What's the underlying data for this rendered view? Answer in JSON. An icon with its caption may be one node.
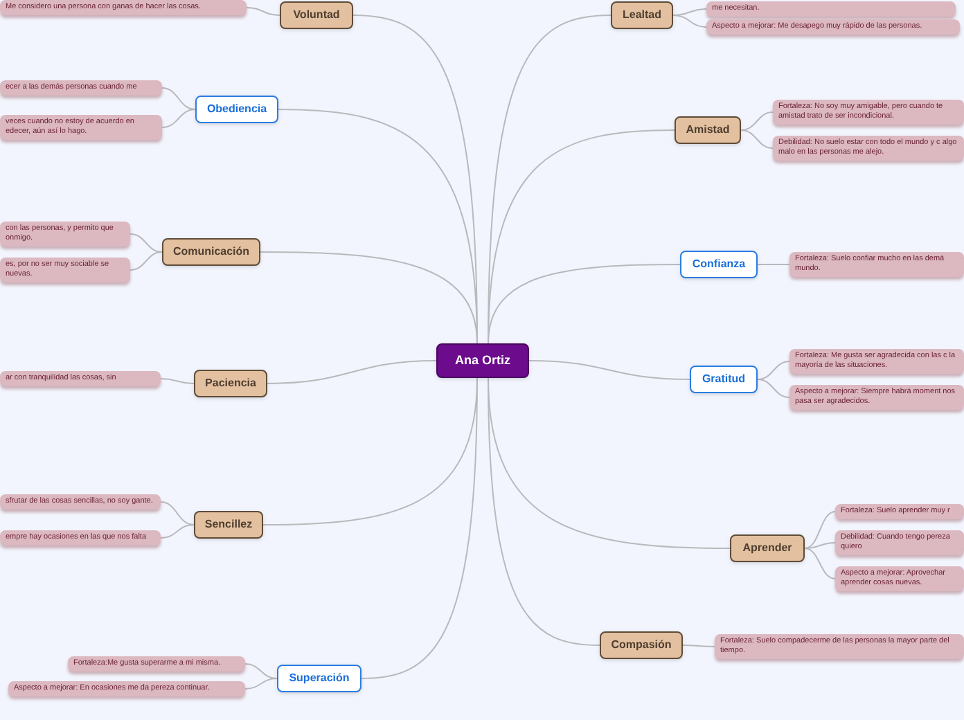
{
  "diagram": {
    "nodes": [
      {
        "text": [
          "Ana Ortiz"
        ]
      },
      {
        "text": [
          "Voluntad"
        ]
      },
      {
        "text": [
          "Me considero una persona con ganas de hacer las cosas."
        ]
      },
      {
        "text": [
          "Obediencia"
        ]
      },
      {
        "text": [
          "ecer a las demás personas cuando me"
        ]
      },
      {
        "text": [
          "veces cuando no estoy de acuerdo en edecer, aún así lo hago."
        ]
      },
      {
        "text": [
          "Comunicación"
        ]
      },
      {
        "text": [
          "con las personas, y permito que onmigo."
        ]
      },
      {
        "text": [
          "es, por no ser muy sociable se nuevas."
        ]
      },
      {
        "text": [
          "Paciencia"
        ]
      },
      {
        "text": [
          "ar con tranquilidad las cosas, sin"
        ]
      },
      {
        "text": [
          "Sencillez"
        ]
      },
      {
        "text": [
          "sfrutar de las cosas sencillas, no soy gante."
        ]
      },
      {
        "text": [
          "empre hay ocasiones en las que nos falta"
        ]
      },
      {
        "text": [
          "Superación"
        ]
      },
      {
        "text": [
          "Fortaleza:Me gusta superarme a mi misma."
        ]
      },
      {
        "text": [
          "Aspecto a mejorar: En ocasiones me da pereza continuar."
        ]
      },
      {
        "text": [
          "Lealtad"
        ]
      },
      {
        "text": [
          "me necesitan."
        ]
      },
      {
        "text": [
          "Aspecto a mejorar: Me desapego muy rápido de las personas."
        ]
      },
      {
        "text": [
          "Amistad"
        ]
      },
      {
        "text": [
          "Fortaleza: No soy muy amigable, pero cuando te amistad trato de ser incondicional."
        ]
      },
      {
        "text": [
          "Debilidad: No suelo estar con todo el mundo y c algo malo en las personas me alejo."
        ]
      },
      {
        "text": [
          "Confianza"
        ]
      },
      {
        "text": [
          "Fortaleza: Suelo confiar mucho en las demá mundo."
        ]
      },
      {
        "text": [
          "Gratitud"
        ]
      },
      {
        "text": [
          "Fortaleza: Me gusta ser agradecida con las c la mayoría de las situaciones."
        ]
      },
      {
        "text": [
          "Aspecto a mejorar: Siempre habrá moment nos pasa ser agradecidos."
        ]
      },
      {
        "text": [
          "Aprender"
        ]
      },
      {
        "text": [
          "Fortaleza: Suelo aprender muy r"
        ]
      },
      {
        "text": [
          "Debilidad: Cuando tengo pereza quiero"
        ]
      },
      {
        "text": [
          "Aspecto a mejorar: Aprovechar aprender cosas nuevas."
        ]
      },
      {
        "text": [
          "Compasión"
        ]
      },
      {
        "text": [
          "Fortaleza: Suelo compadecerme de las personas la mayor parte del tiempo."
        ]
      }
    ],
    "edges": [
      {
        "from": 0,
        "to": 1,
        "arrow": "none"
      },
      {
        "from": 0,
        "to": 3,
        "arrow": "none"
      },
      {
        "from": 0,
        "to": 6,
        "arrow": "none"
      },
      {
        "from": 0,
        "to": 9,
        "arrow": "none"
      },
      {
        "from": 0,
        "to": 11,
        "arrow": "none"
      },
      {
        "from": 0,
        "to": 14,
        "arrow": "none"
      },
      {
        "from": 0,
        "to": 17,
        "arrow": "none"
      },
      {
        "from": 0,
        "to": 20,
        "arrow": "none"
      },
      {
        "from": 0,
        "to": 23,
        "arrow": "none"
      },
      {
        "from": 0,
        "to": 25,
        "arrow": "none"
      },
      {
        "from": 0,
        "to": 28,
        "arrow": "none"
      },
      {
        "from": 0,
        "to": 32,
        "arrow": "none"
      },
      {
        "from": 1,
        "to": 2,
        "arrow": "none"
      },
      {
        "from": 3,
        "to": 4,
        "arrow": "none"
      },
      {
        "from": 3,
        "to": 5,
        "arrow": "none"
      },
      {
        "from": 6,
        "to": 7,
        "arrow": "none"
      },
      {
        "from": 6,
        "to": 8,
        "arrow": "none"
      },
      {
        "from": 9,
        "to": 10,
        "arrow": "none"
      },
      {
        "from": 11,
        "to": 12,
        "arrow": "none"
      },
      {
        "from": 11,
        "to": 13,
        "arrow": "none"
      },
      {
        "from": 14,
        "to": 15,
        "arrow": "none"
      },
      {
        "from": 14,
        "to": 16,
        "arrow": "none"
      },
      {
        "from": 17,
        "to": 18,
        "arrow": "none"
      },
      {
        "from": 17,
        "to": 19,
        "arrow": "none"
      },
      {
        "from": 20,
        "to": 21,
        "arrow": "none"
      },
      {
        "from": 20,
        "to": 22,
        "arrow": "none"
      },
      {
        "from": 23,
        "to": 24,
        "arrow": "none"
      },
      {
        "from": 25,
        "to": 26,
        "arrow": "none"
      },
      {
        "from": 25,
        "to": 27,
        "arrow": "none"
      },
      {
        "from": 28,
        "to": 29,
        "arrow": "none"
      },
      {
        "from": 28,
        "to": 30,
        "arrow": "none"
      },
      {
        "from": 28,
        "to": 31,
        "arrow": "none"
      },
      {
        "from": 32,
        "to": 33,
        "arrow": "none"
      }
    ]
  }
}
